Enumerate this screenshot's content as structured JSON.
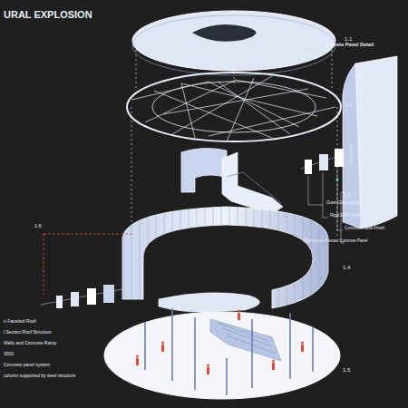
{
  "diagram": {
    "title": "URAL EXPLOSION",
    "labels": [
      "1.1",
      "1.2",
      "1.3",
      "1.4",
      "1.5",
      "1.6",
      "Precast Concrete Panel Detail",
      "Outer Glass Array",
      "Rigid EPS Insulation Board",
      "Concrete Panel Finish",
      "Reinforced Precast Concrete Panel",
      "1.6",
      "n Facetted Roof",
      "l Section Roof Structure",
      "Walls and Concrete Ramp",
      "3000",
      "Concrete panel system",
      "column supported by steel structure"
    ]
  }
}
